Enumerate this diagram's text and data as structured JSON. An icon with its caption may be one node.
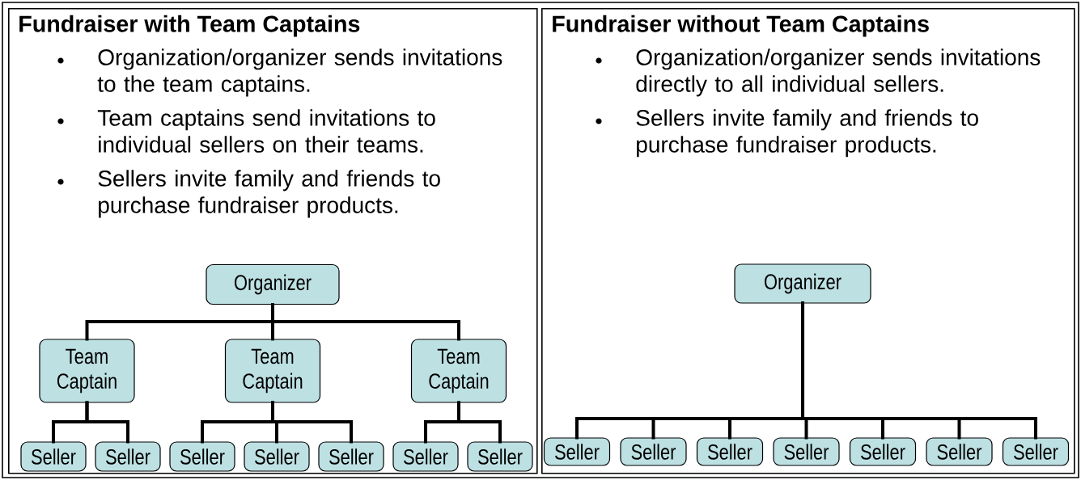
{
  "diagram": {
    "nodes": [
      {
        "text": [
          "Fundraiser with Team Captains",
          "Organization/organizer sends invitations to the team captains.",
          "Team captains send invitations to individual sellers on their teams.",
          "Sellers invite family and friends to purchase fundraiser products."
        ]
      },
      {
        "text": [
          "Organizer"
        ],
        "in": 0
      },
      {
        "text": [
          "Team Captain"
        ],
        "in": 0
      },
      {
        "text": [
          "Team Captain"
        ],
        "in": 0
      },
      {
        "text": [
          "Team Captain"
        ],
        "in": 0
      },
      {
        "text": [
          "Seller"
        ],
        "in": 0
      },
      {
        "text": [
          "Seller"
        ],
        "in": 0
      },
      {
        "text": [
          "Seller"
        ],
        "in": 0
      },
      {
        "text": [
          "Seller"
        ],
        "in": 0
      },
      {
        "text": [
          "Seller"
        ],
        "in": 0
      },
      {
        "text": [
          "Seller"
        ],
        "in": 0
      },
      {
        "text": [
          "Seller"
        ],
        "in": 0
      },
      {
        "text": [
          "Fundraiser without Team Captains",
          "Organization/organizer sends invitations directly to all individual sellers.",
          "Sellers invite family and friends to purchase fundraiser products."
        ]
      },
      {
        "text": [
          "Organizer"
        ],
        "in": 12
      },
      {
        "text": [
          "Seller"
        ],
        "in": 12
      },
      {
        "text": [
          "Seller"
        ],
        "in": 12
      },
      {
        "text": [
          "Seller"
        ],
        "in": 12
      },
      {
        "text": [
          "Seller"
        ],
        "in": 12
      },
      {
        "text": [
          "Seller"
        ],
        "in": 12
      },
      {
        "text": [
          "Seller"
        ],
        "in": 12
      },
      {
        "text": [
          "Seller"
        ],
        "in": 12
      }
    ],
    "edges": [
      {
        "from": 1,
        "to": 2,
        "arrow": "none"
      },
      {
        "from": 1,
        "to": 3,
        "arrow": "none"
      },
      {
        "from": 1,
        "to": 4,
        "arrow": "none"
      },
      {
        "from": 2,
        "to": 5,
        "arrow": "none"
      },
      {
        "from": 2,
        "to": 6,
        "arrow": "none"
      },
      {
        "from": 3,
        "to": 7,
        "arrow": "none"
      },
      {
        "from": 3,
        "to": 8,
        "arrow": "none"
      },
      {
        "from": 3,
        "to": 9,
        "arrow": "none"
      },
      {
        "from": 4,
        "to": 10,
        "arrow": "none"
      },
      {
        "from": 4,
        "to": 11,
        "arrow": "none"
      },
      {
        "from": 13,
        "to": 14,
        "arrow": "none"
      },
      {
        "from": 13,
        "to": 15,
        "arrow": "none"
      },
      {
        "from": 13,
        "to": 16,
        "arrow": "none"
      },
      {
        "from": 13,
        "to": 17,
        "arrow": "none"
      },
      {
        "from": 13,
        "to": 18,
        "arrow": "none"
      },
      {
        "from": 13,
        "to": 19,
        "arrow": "none"
      },
      {
        "from": 13,
        "to": 20,
        "arrow": "none"
      }
    ]
  }
}
